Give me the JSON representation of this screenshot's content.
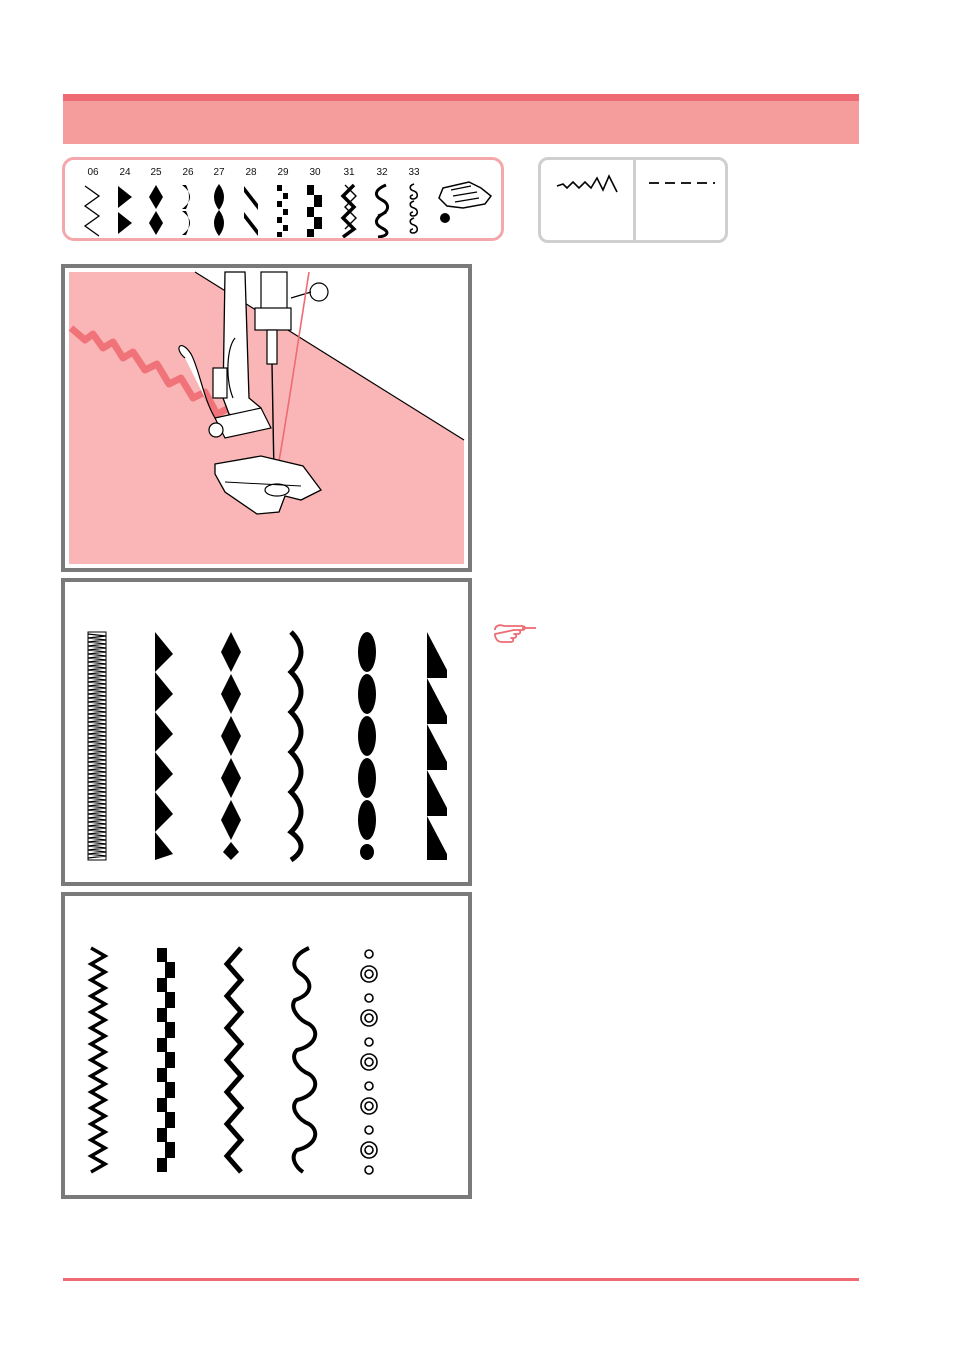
{
  "patterns": {
    "numbers": [
      "06",
      "24",
      "25",
      "26",
      "27",
      "28",
      "29",
      "30",
      "31",
      "32",
      "33"
    ]
  },
  "icons": {
    "presser_foot": "presser-foot-icon",
    "stitch_width": "zigzag-stitch-icon",
    "stitch_length": "dashed-stitch-icon",
    "note": "pointing-hand-icon"
  },
  "colors": {
    "accent": "#ee6b73",
    "band": "#f59c9c",
    "fabric": "#fab5b6",
    "frame": "#7a7a7a"
  }
}
